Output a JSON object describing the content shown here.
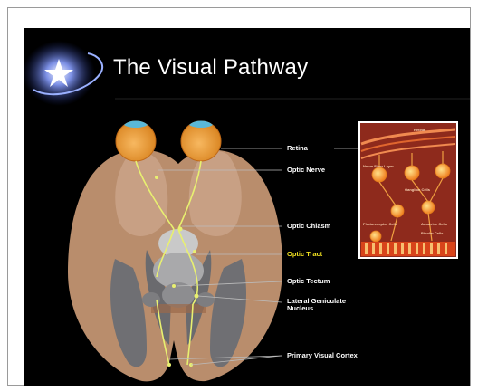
{
  "slide": {
    "title": "The Visual Pathway"
  },
  "labels": {
    "retina": "Retina",
    "optic_nerve": "Optic Nerve",
    "optic_chiasm": "Optic Chiasm",
    "optic_tract": "Optic Tract",
    "optic_tectum": "Optic Tectum",
    "lgn_line1": "Lateral Geniculate",
    "lgn_line2": "Nucleus",
    "primary_visual_cortex": "Primary Visual Cortex"
  },
  "inset_labels": {
    "retina_top": "Retina",
    "nerve_fiber_layer": "Nerve Fiber Layer",
    "ganglion_cells": "Ganglion Cells",
    "photoreceptor_cells": "Photoreceptor Cells",
    "amacrine_cells": "Amacrine Cells",
    "bipolar_cells": "Bipolar Cells"
  },
  "colors": {
    "background": "#000000",
    "brain": "#b98d6c",
    "eye": "#f0a040",
    "pathway": "#e8f070",
    "highlight_label": "#f0e020",
    "inset_background": "#8e2a1c"
  },
  "icons": {
    "logo": "star-swoosh-logo"
  }
}
